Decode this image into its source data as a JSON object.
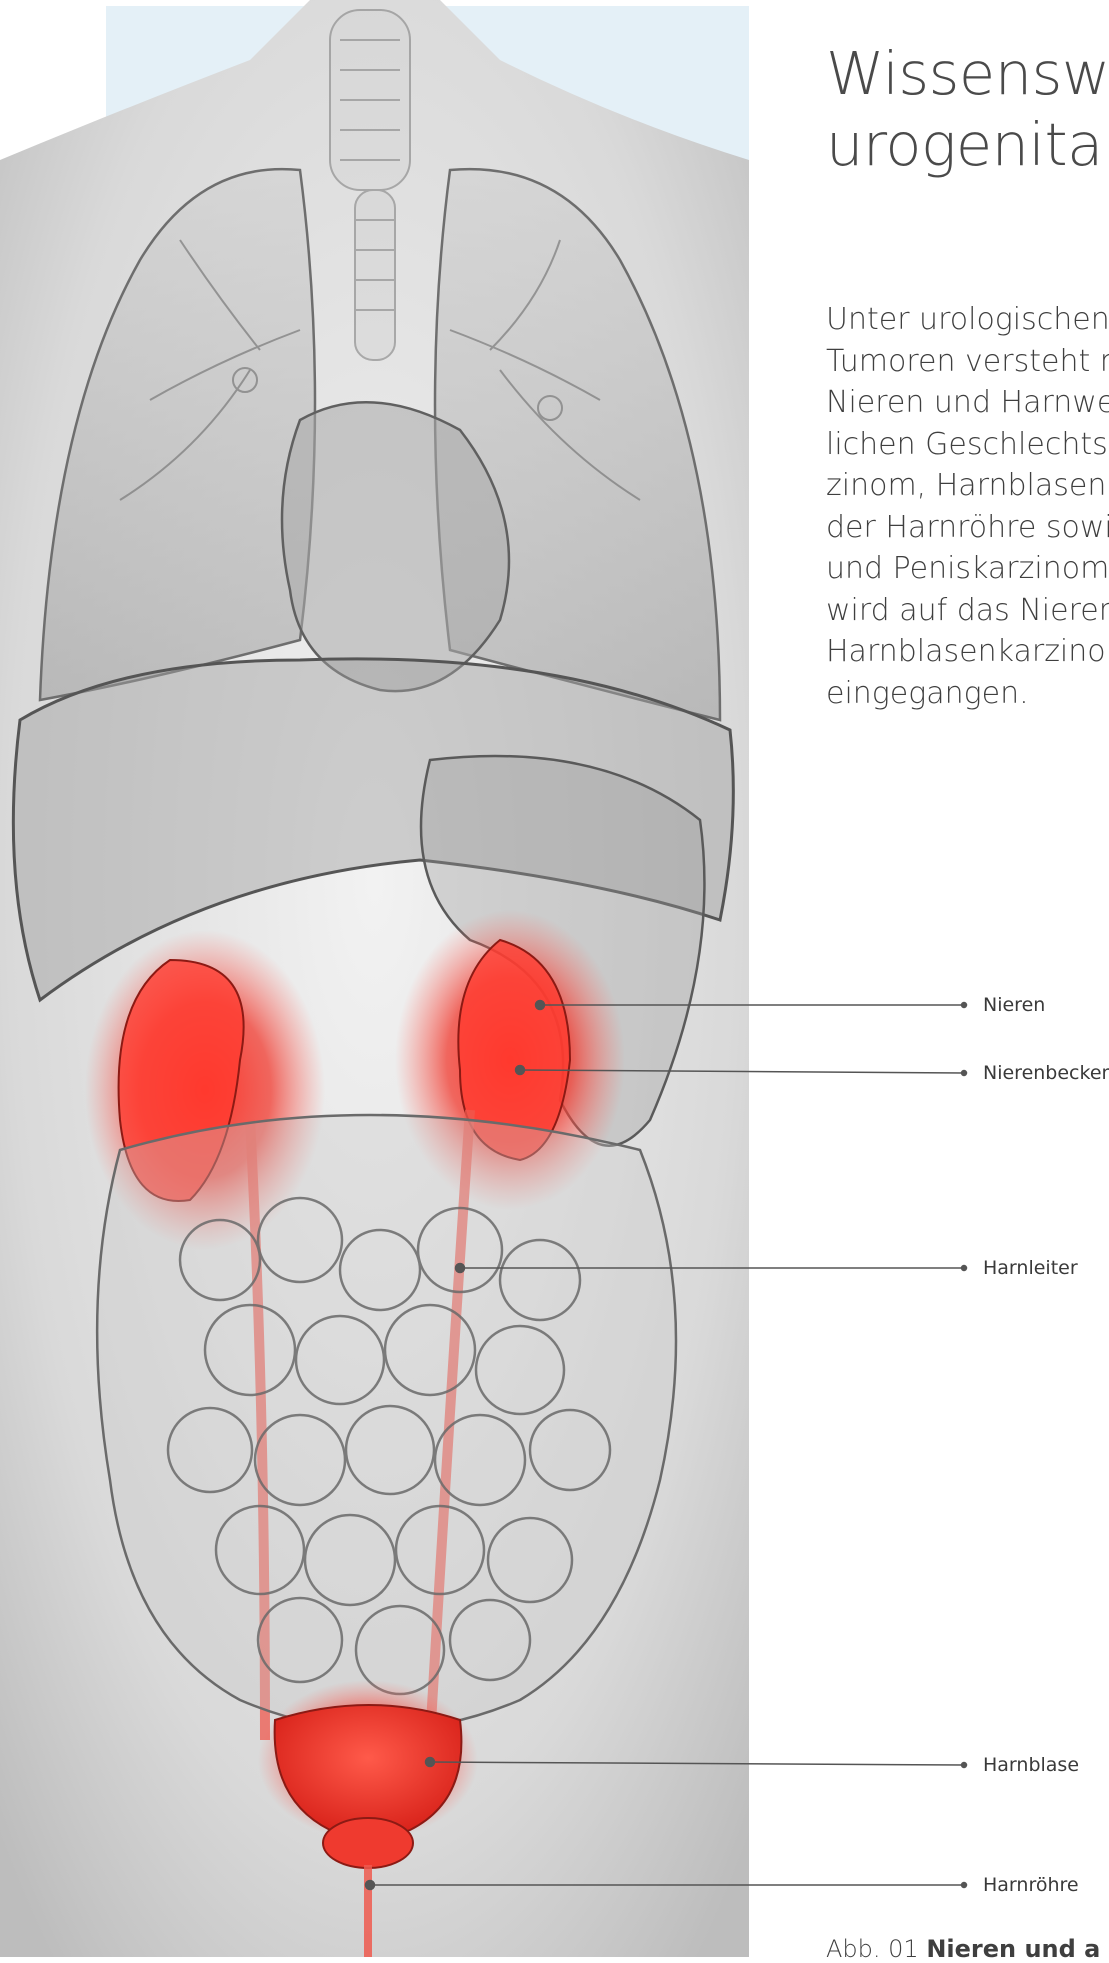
{
  "heading": {
    "line1": "Wissenswe",
    "line2": "urogenitale"
  },
  "body_text": {
    "lines": [
      "Unter urologischen",
      "Tumoren versteht m",
      "Nieren und Harnwe",
      "lichen Geschlechtso",
      "zinom, Harnblasenk",
      "der Harnröhre sowie",
      "und Peniskarzinome",
      "wird auf das Nieren",
      "Harnblasenkarzinom",
      "eingegangen."
    ]
  },
  "callouts": [
    {
      "label": "Nieren"
    },
    {
      "label": "Nierenbecken"
    },
    {
      "label": "Harnleiter"
    },
    {
      "label": "Harnblase"
    },
    {
      "label": "Harnröhre"
    }
  ],
  "caption": {
    "prefix": "Abb. 01 ",
    "bold": "Nieren und a"
  },
  "colors": {
    "highlight_red": "#e8281f",
    "background_blue": "#e4f0f7",
    "body_gray": "#d8d8d8",
    "line_gray": "#555555"
  }
}
